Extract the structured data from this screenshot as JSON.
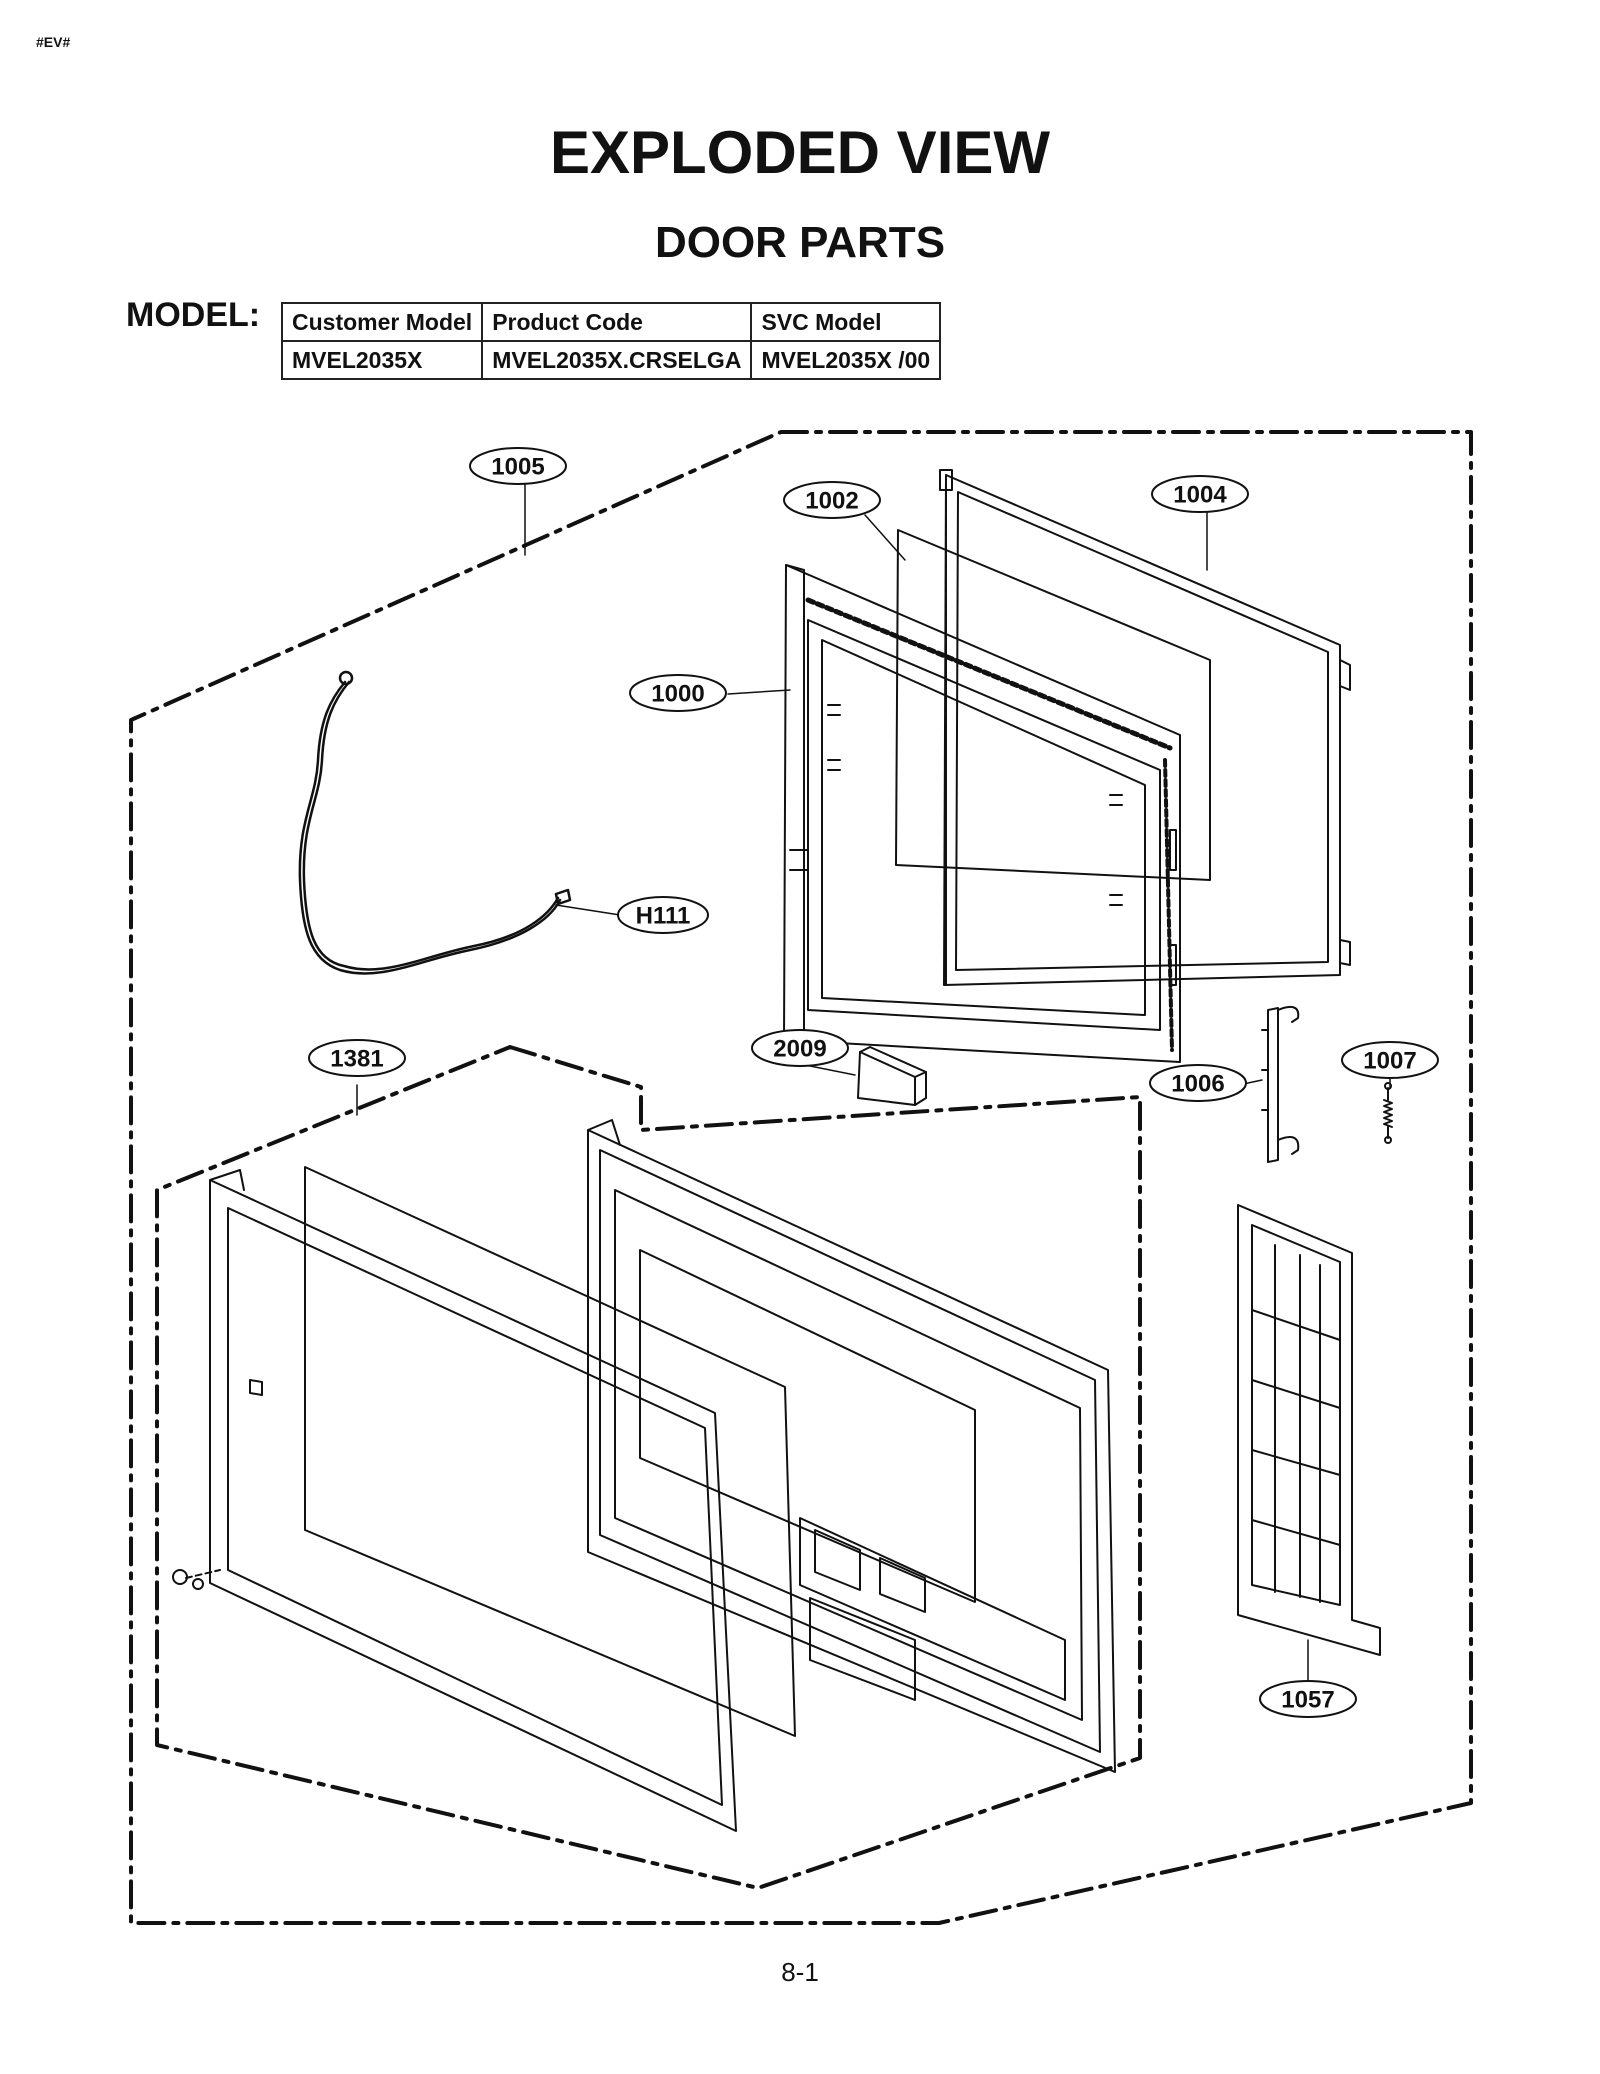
{
  "header": {
    "tag": "#EV#",
    "title": "EXPLODED VIEW",
    "subtitle": "DOOR PARTS"
  },
  "model": {
    "label": "MODEL:",
    "headers": [
      "Customer Model",
      "Product Code",
      "SVC Model"
    ],
    "values": [
      "MVEL2035X",
      "MVEL2035X.CRSELGA",
      "MVEL2035X  /00"
    ]
  },
  "callouts": {
    "c1005": "1005",
    "c1002": "1002",
    "c1004": "1004",
    "c1000": "1000",
    "cH111": "H111",
    "c1381": "1381",
    "c2009": "2009",
    "c1006": "1006",
    "c1007": "1007",
    "c1057": "1057"
  },
  "footer": {
    "page": "8-1"
  }
}
